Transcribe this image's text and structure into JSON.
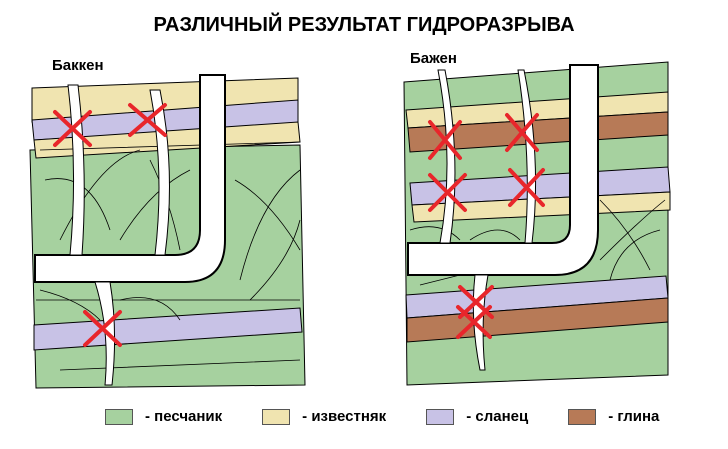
{
  "title": "РАЗЛИЧНЫЙ РЕЗУЛЬТАТ ГИДРОРАЗРЫВА",
  "panels": [
    {
      "label": "Баккен"
    },
    {
      "label": "Бажен"
    }
  ],
  "colors": {
    "sandstone": "#a6d19f",
    "limestone": "#f0e4b0",
    "shale": "#c8c2e6",
    "clay": "#b77a57",
    "cross": "#e8262b"
  },
  "legend": [
    {
      "label": "- песчаник",
      "color": "#a6d19f"
    },
    {
      "label": "- известняк",
      "color": "#f0e4b0"
    },
    {
      "label": "- сланец",
      "color": "#c8c2e6"
    },
    {
      "label": "- глина",
      "color": "#b77a57"
    }
  ]
}
